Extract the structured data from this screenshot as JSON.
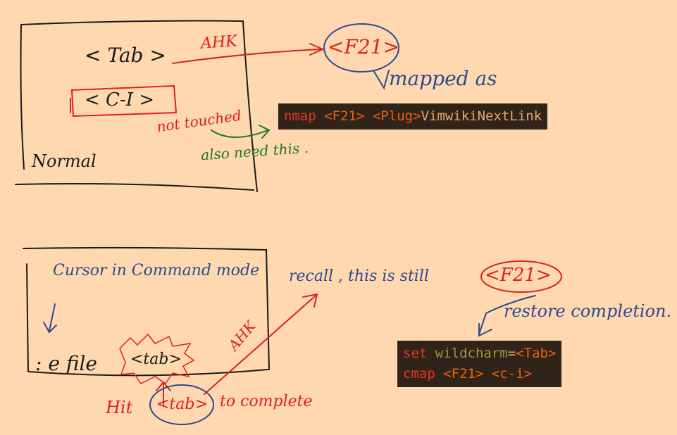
{
  "top": {
    "tab_label": "< Tab >",
    "ci_label": "< C-I >",
    "mode_label": "Normal",
    "ahk_label": "AHK",
    "f21_label": "<F21>",
    "mapped_as": "mapped as",
    "not_touched": "not touched",
    "also_need": "also need this .",
    "code": {
      "cmd": "nmap",
      "key": "<F21>",
      "plug": "<Plug>",
      "target": "VimwikiNextLink"
    }
  },
  "bottom": {
    "cursor_note": "Cursor in Command mode",
    "cmdline": ": e  file",
    "tab_key": "<tab>",
    "ahk_label": "AHK",
    "recall": "recall , this is  still",
    "f21_label": "<F21>",
    "restore": "restore completion.",
    "hit": "Hit",
    "hit_tab": "<tab>",
    "to_complete": "to complete",
    "code": {
      "line1_cmd": "set",
      "line1_opt": "wildcharm",
      "line1_eq": "=",
      "line1_val": "<Tab>",
      "line2_cmd": "cmap",
      "line2_key": "<F21>",
      "line2_val": "<c-i>"
    }
  },
  "colors": {
    "background": "#ffd8b0",
    "ink_black": "#1a1a1a",
    "ink_red": "#e0201a",
    "ink_blue": "#2a4a90",
    "ink_green": "#1a7a1a",
    "code_bg": "#2f231a"
  }
}
